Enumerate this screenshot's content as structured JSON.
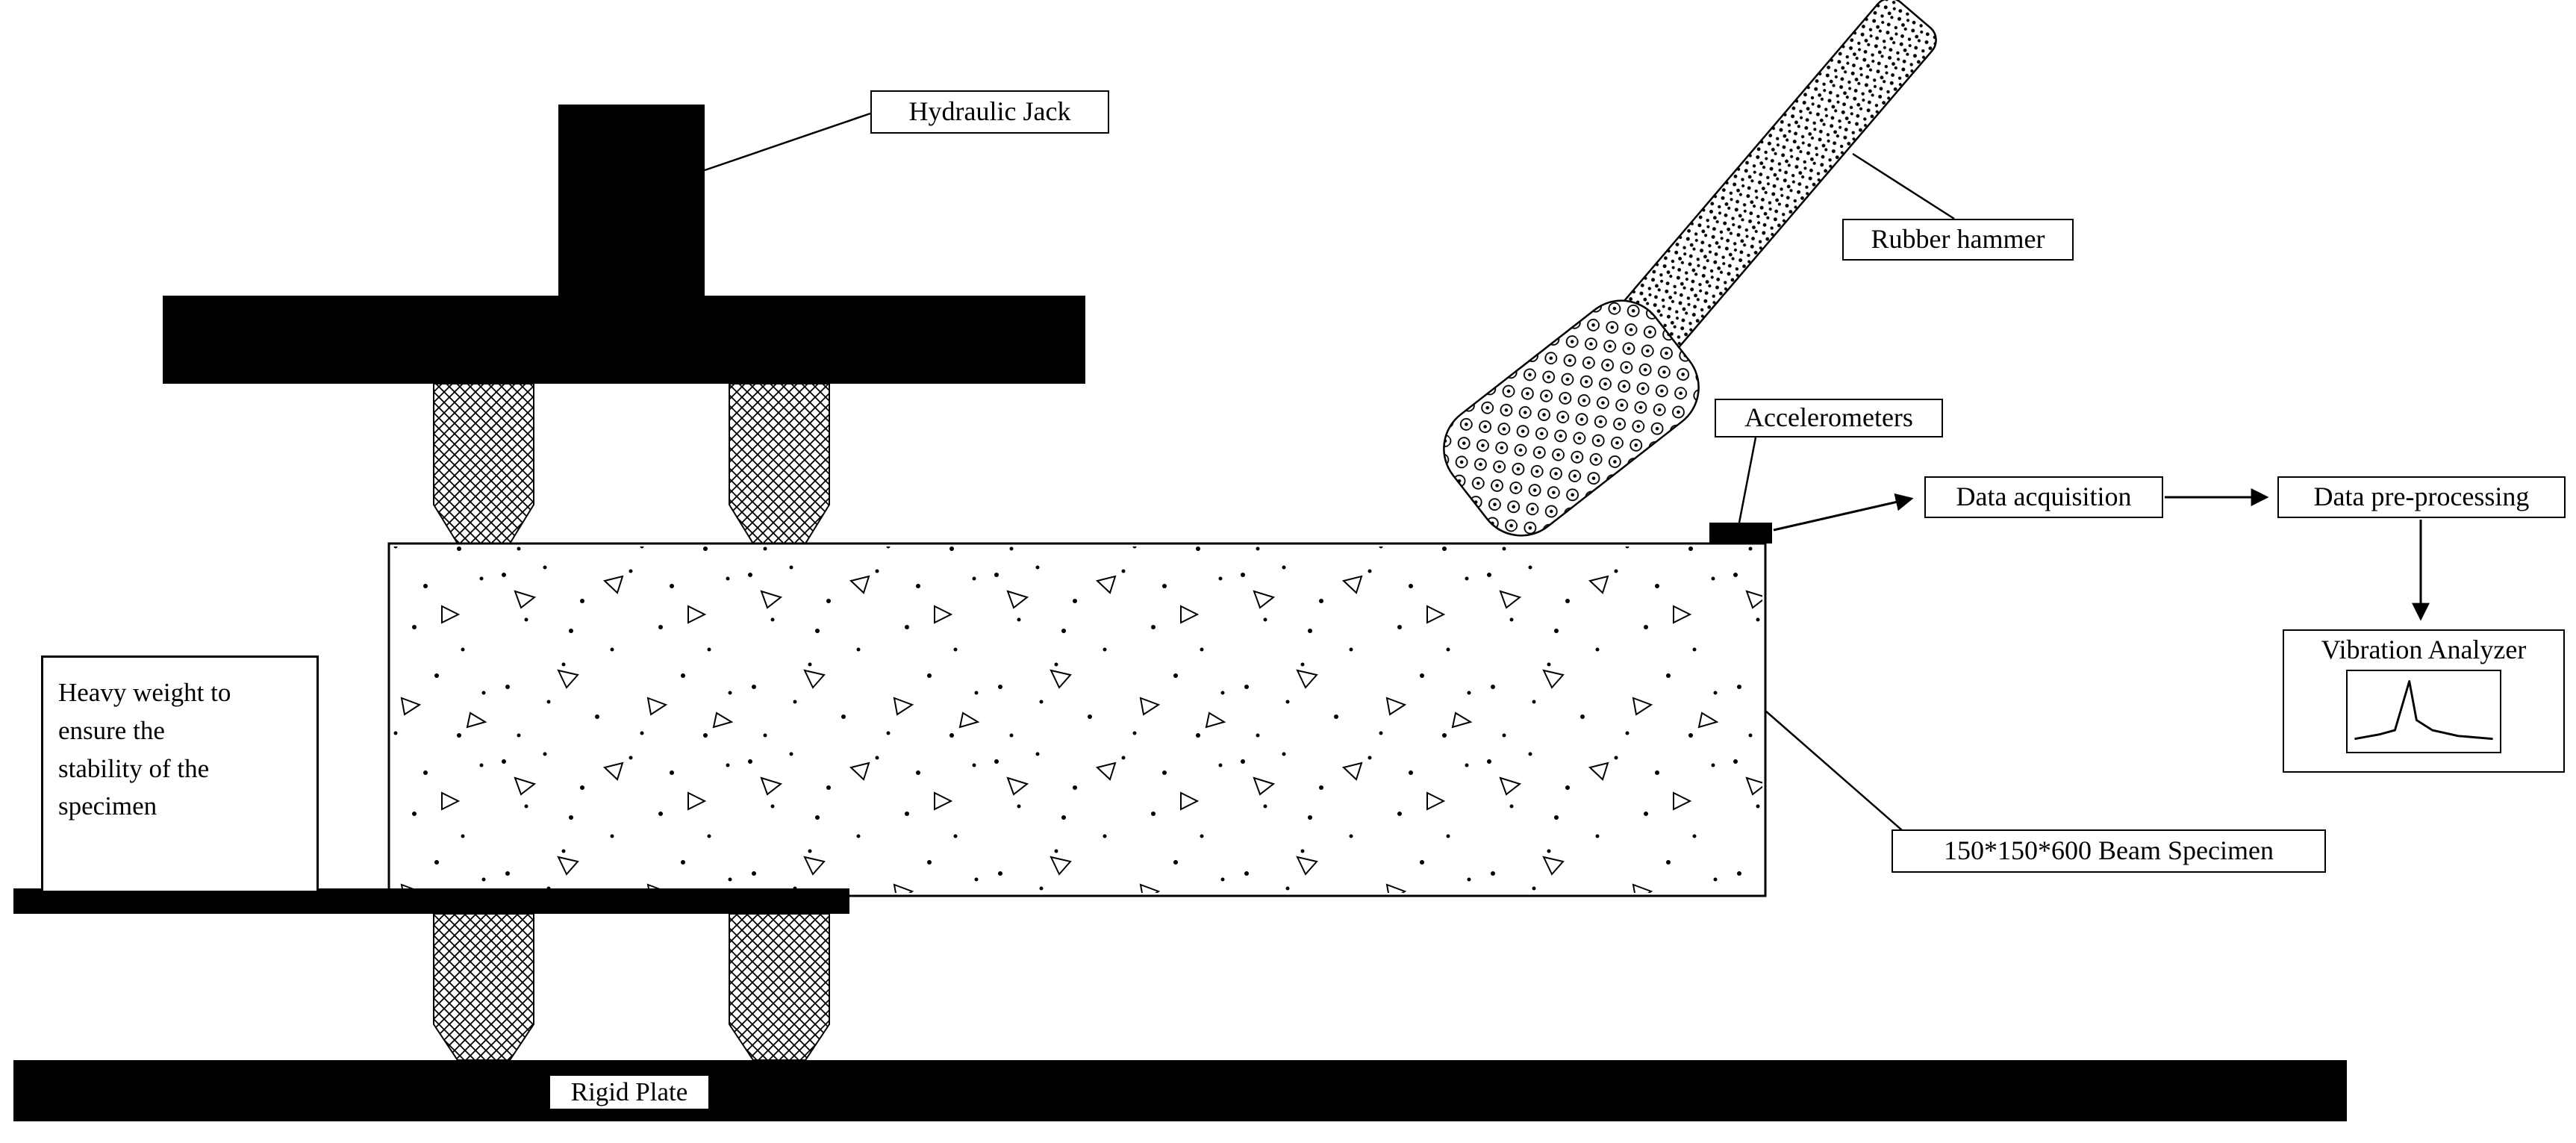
{
  "labels": {
    "hydraulic_jack": "Hydraulic Jack",
    "rubber_hammer": "Rubber hammer",
    "accelerometers": "Accelerometers",
    "data_acquisition": "Data acquisition",
    "data_pre_processing": "Data pre-processing",
    "vibration_analyzer": "Vibration Analyzer",
    "beam_specimen": "150*150*600 Beam Specimen",
    "heavy_weight_note": "Heavy weight to\nensure the\nstability of the\nspecimen",
    "rigid_plate": "Rigid Plate"
  },
  "colors": {
    "ink": "#000000",
    "background": "#ffffff"
  }
}
